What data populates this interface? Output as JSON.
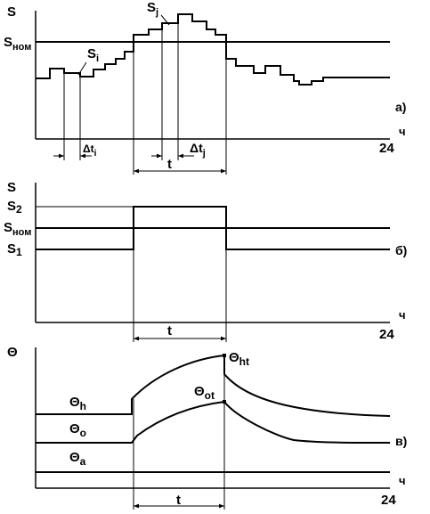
{
  "panel_a": {
    "axis_y": "S",
    "snom_main": "S",
    "snom_sub": "ном",
    "si_main": "S",
    "si_sub": "i",
    "sj_main": "S",
    "sj_sub": "j",
    "dti_main": "Δt",
    "dti_sub": "i",
    "dtj_main": "Δt",
    "dtj_sub": "j",
    "t": "t",
    "x24": "24",
    "unit": "ч",
    "tag": "а)"
  },
  "panel_b": {
    "axis_y": "S",
    "s2_main": "S",
    "s2_sub": "2",
    "snom_main": "S",
    "snom_sub": "ном",
    "s1_main": "S",
    "s1_sub": "1",
    "t": "t",
    "x24": "24",
    "unit": "ч",
    "tag": "б)"
  },
  "panel_c": {
    "axis_y": "Θ",
    "theta_ht_main": "Θ",
    "theta_ht_sub": "ht",
    "theta_ot_main": "Θ",
    "theta_ot_sub": "ot",
    "theta_h_main": "Θ",
    "theta_h_sub": "h",
    "theta_o_main": "Θ",
    "theta_o_sub": "o",
    "theta_a_main": "Θ",
    "theta_a_sub": "a",
    "t": "t",
    "x24": "24",
    "unit": "ч",
    "tag": "в)"
  }
}
